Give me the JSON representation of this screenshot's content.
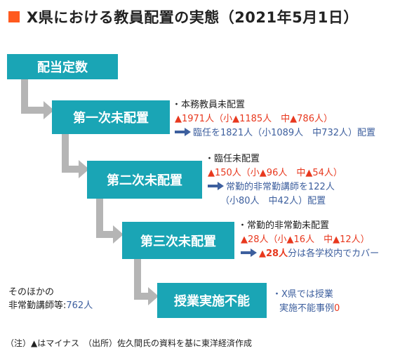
{
  "title": "X県における教員配置の実態（2021年5月1日）",
  "boxes": {
    "b0": "配当定数",
    "b1": "第一次未配置",
    "b2": "第二次未配置",
    "b3": "第三次未配置",
    "b4": "授業実施不能"
  },
  "notes": {
    "n1": {
      "head": "・本務教員未配置",
      "red": "▲1971人（小▲1185人　中▲786人）",
      "blue": "臨任を1821人（小1089人　中732人）配置"
    },
    "n2": {
      "head": "・臨任未配置",
      "red": "▲150人（小▲96人　中▲54人）",
      "blue1": "常勤的非常勤講師を122人",
      "blue2": "（小80人　中42人）配置"
    },
    "n3": {
      "head": "・常勤的非常勤未配置",
      "red": "▲28人（小▲16人　中▲12人）",
      "blue_red": "▲28人",
      "blue_rest": "分は各学校内でカバー"
    },
    "n4": {
      "line1": "・X県では授業",
      "line2_a": "実施不能事例",
      "line2_b": "0"
    }
  },
  "other": {
    "line1": "そのほかの",
    "line2_a": "非常勤講師等:",
    "line2_b": "762人"
  },
  "footer": "（注）▲はマイナス　（出所）佐久間氏の資料を基に東洋経済作成",
  "colors": {
    "box": "#1aa5b5",
    "red": "#e8381e",
    "blue": "#3d5f9e",
    "connector": "#b5b5b5",
    "title_square": "#ff5a1f"
  }
}
